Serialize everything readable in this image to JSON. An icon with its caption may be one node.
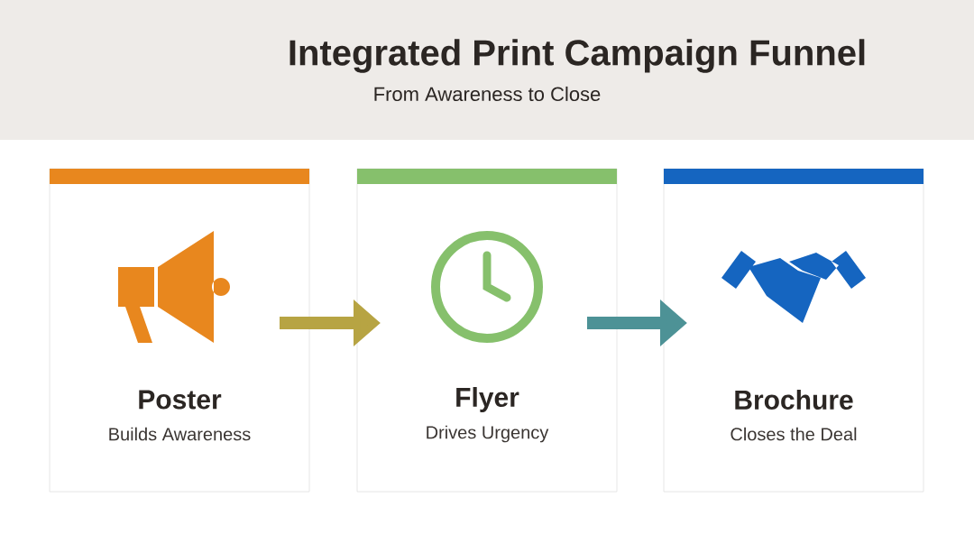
{
  "diagram": {
    "title": "Integrated Print Campaign Funnel",
    "caption": "From Awareness to Close",
    "nodes": [
      {
        "text": [
          "Poster",
          "Builds Awareness"
        ]
      },
      {
        "text": [
          "Flyer",
          "Drives Urgency"
        ]
      },
      {
        "text": [
          "Brochure",
          "Closes the Deal"
        ]
      }
    ],
    "edges": [
      {
        "from": 0,
        "to": 1,
        "arrow": "to",
        "color": "#b7a443"
      },
      {
        "from": 1,
        "to": 2,
        "arrow": "to",
        "color": "#4d9296"
      }
    ]
  }
}
